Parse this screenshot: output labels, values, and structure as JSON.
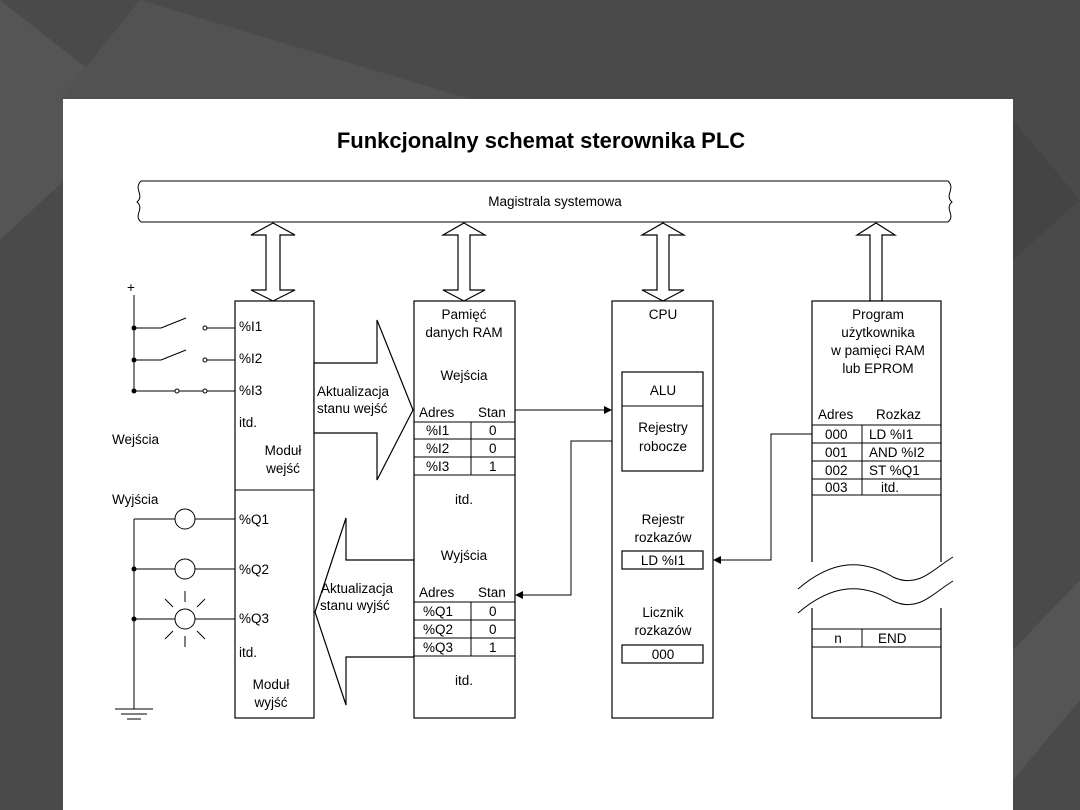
{
  "title": "Funkcjonalny schemat sterownika PLC",
  "bus_label": "Magistrala systemowa",
  "left_side": {
    "plus": "+",
    "inputs_label": "Wejścia",
    "outputs_label": "Wyjścia"
  },
  "input_module": {
    "rows": [
      "%I1",
      "%I2",
      "%I3",
      "itd."
    ],
    "label_line1": "Moduł",
    "label_line2": "wejść"
  },
  "output_module": {
    "rows": [
      "%Q1",
      "%Q2",
      "%Q3",
      "itd."
    ],
    "label_line1": "Moduł",
    "label_line2": "wyjść"
  },
  "update_inputs": {
    "line1": "Aktualizacja",
    "line2": "stanu wejść"
  },
  "update_outputs": {
    "line1": "Aktualizacja",
    "line2": "stanu wyjść"
  },
  "ram": {
    "title_line1": "Pamięć",
    "title_line2": "danych RAM",
    "inputs_header": "Wejścia",
    "outputs_header": "Wyjścia",
    "col_address": "Adres",
    "col_state": "Stan",
    "input_rows": [
      [
        "%I1",
        "0"
      ],
      [
        "%I2",
        "0"
      ],
      [
        "%I3",
        "1"
      ]
    ],
    "output_rows": [
      [
        "%Q1",
        "0"
      ],
      [
        "%Q2",
        "0"
      ],
      [
        "%Q3",
        "1"
      ]
    ],
    "etc": "itd."
  },
  "cpu": {
    "title": "CPU",
    "alu": "ALU",
    "work_regs_line1": "Rejestry",
    "work_regs_line2": "robocze",
    "instr_reg_line1": "Rejestr",
    "instr_reg_line2": "rozkazów",
    "instr_reg_value": "LD %I1",
    "counter_line1": "Licznik",
    "counter_line2": "rozkazów",
    "counter_value": "000"
  },
  "program": {
    "title_line1": "Program",
    "title_line2": "użytkownika",
    "title_line3": "w pamięci RAM",
    "title_line4": "lub EPROM",
    "col_address": "Adres",
    "col_instruction": "Rozkaz",
    "rows": [
      [
        "000",
        "LD %I1"
      ],
      [
        "001",
        "AND %I2"
      ],
      [
        "002",
        "ST %Q1"
      ],
      [
        "003",
        "itd."
      ]
    ],
    "end_row": [
      "n",
      "END"
    ]
  }
}
